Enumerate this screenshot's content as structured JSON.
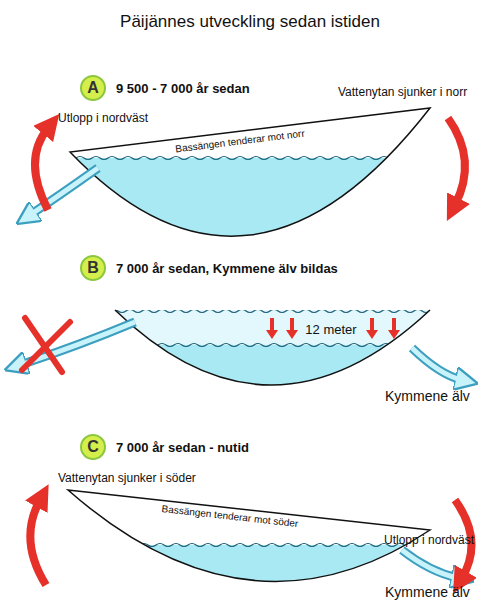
{
  "diagram": {
    "title": "Päijännes utveckling sedan istiden",
    "nodes": [
      {
        "text": [
          "A",
          "9 500 - 7 000 år sedan"
        ]
      },
      {
        "text": [
          "B",
          "7 000 år sedan, Kymmene älv bildas"
        ]
      },
      {
        "text": [
          "C",
          "7 000 år sedan - nutid"
        ]
      }
    ],
    "labels": [
      "Utlopp i nordväst",
      "Bassängen tenderar mot norr",
      "Vattenytan sjunker i norr",
      "12 meter",
      "Kymmene älv",
      "Vattenytan sjunker i söder",
      "Bassängen tenderar mot söder",
      "Utlopp i nordväst",
      "Kymmene älv"
    ]
  }
}
